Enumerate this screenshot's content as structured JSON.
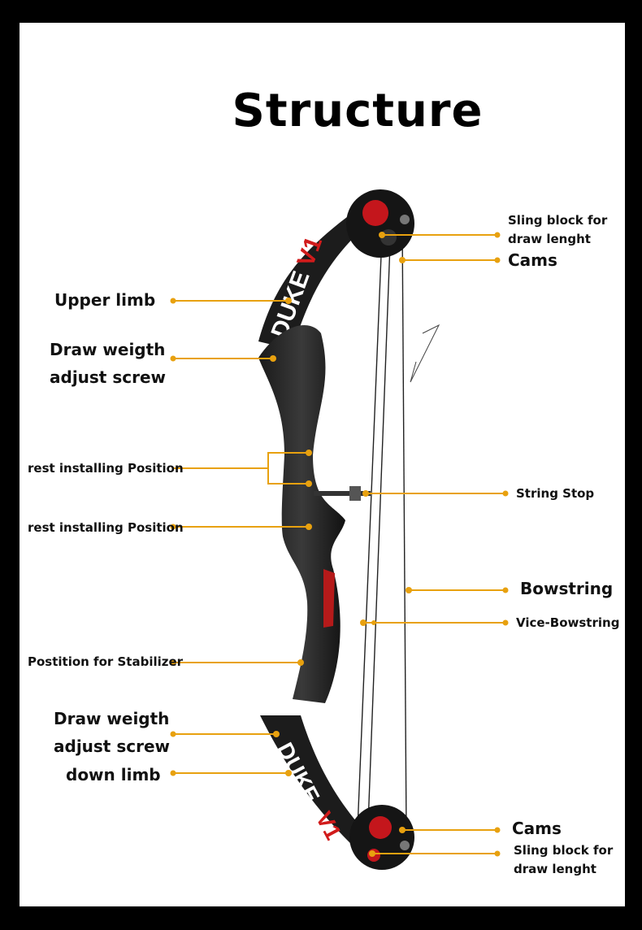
{
  "title": "Structure",
  "bow_brand": "DUKE V1",
  "accent_color": "#e8a10f",
  "labels": {
    "sling_block_top_l1": "Sling block for",
    "sling_block_top_l2": "draw lenght",
    "cams_top": "Cams",
    "upper_limb": "Upper limb",
    "draw_weight_top_l1": "Draw weigth",
    "draw_weight_top_l2": "adjust screw",
    "rest_position_1": "rest installing Position",
    "rest_position_2": "rest installing Position",
    "string_stop": "String Stop",
    "bowstring": "Bowstring",
    "vice_bowstring": "Vice-Bowstring",
    "stabilizer": "Postition for Stabilizer",
    "draw_weight_bottom_l1": "Draw weigth",
    "draw_weight_bottom_l2": "adjust screw",
    "down_limb": "down limb",
    "cams_bottom": "Cams",
    "sling_block_bottom_l1": "Sling block for",
    "sling_block_bottom_l2": "draw lenght"
  }
}
